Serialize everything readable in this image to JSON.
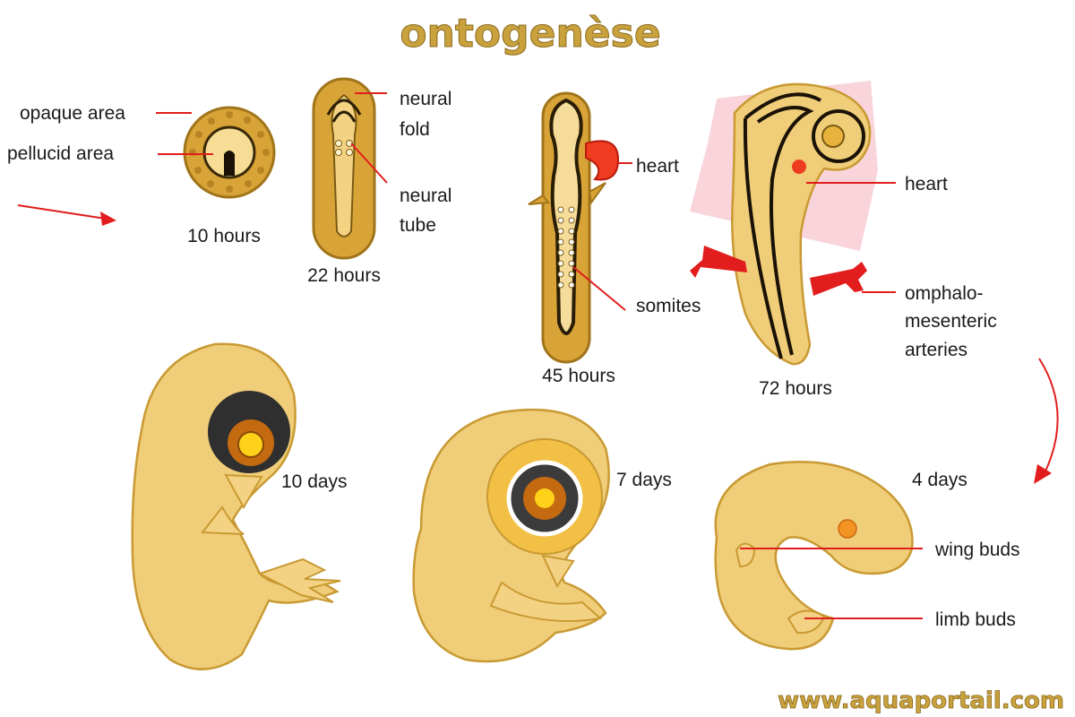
{
  "title": "ontogenèse",
  "watermark": "www.aquaportail.com",
  "colors": {
    "accent": "#c9a23e",
    "leader": "#e11d1d",
    "embryo": "#f0cd78",
    "outline": "#c99a33"
  },
  "stages": {
    "h10": {
      "caption": "10 hours",
      "labels": {
        "opaque": "opaque area",
        "pellucid": "pellucid area"
      }
    },
    "h22": {
      "caption": "22 hours",
      "labels": {
        "fold1": "neural",
        "fold2": "fold",
        "tube1": "neural",
        "tube2": "tube"
      }
    },
    "h45": {
      "caption": "45 hours",
      "labels": {
        "heart": "heart",
        "somites": "somites"
      }
    },
    "h72": {
      "caption": "72 hours",
      "labels": {
        "heart": "heart",
        "arteries1": "omphalo-",
        "arteries2": "mesenteric",
        "arteries3": "arteries"
      }
    },
    "d4": {
      "caption": "4 days",
      "labels": {
        "wing": "wing buds",
        "limb": "limb buds"
      }
    },
    "d7": {
      "caption": "7 days"
    },
    "d10": {
      "caption": "10 days"
    }
  }
}
